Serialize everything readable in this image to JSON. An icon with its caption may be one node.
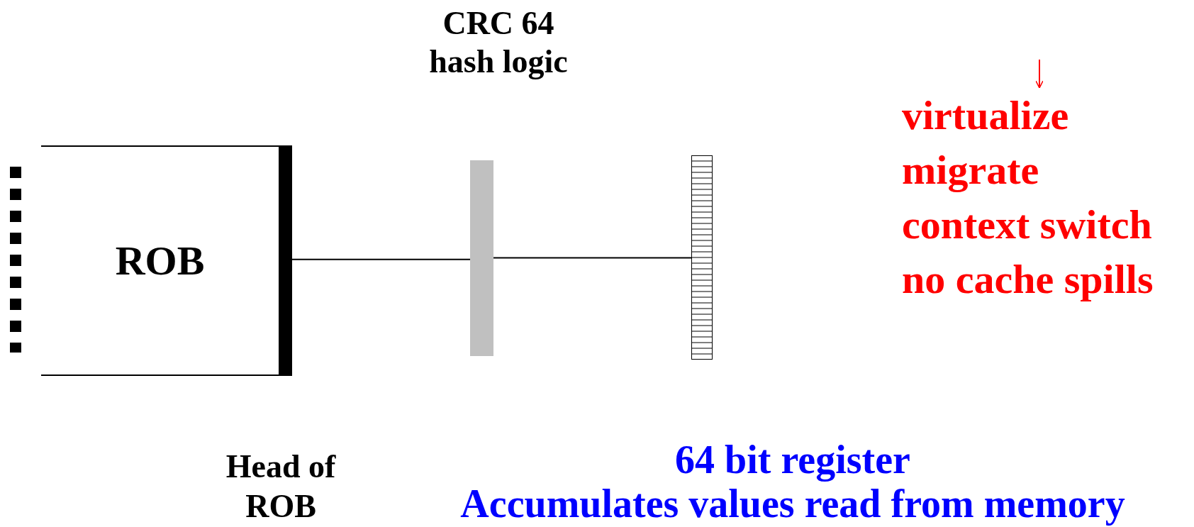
{
  "diagram": {
    "nodes": [
      {
        "text": [
          "ROB"
        ]
      },
      {
        "text": [],
        "shape": "bar"
      },
      {
        "text": [],
        "shape": "bar"
      },
      {
        "text": [
          "virtualize",
          "migrate",
          "context switch",
          "no cache spills"
        ]
      }
    ],
    "edges": [
      {
        "from": 0,
        "to": 1,
        "arrow": "none"
      },
      {
        "from": 1,
        "to": 2,
        "arrow": "none"
      },
      {
        "from": null,
        "to": 3,
        "arrow": "to",
        "color": "#ff0000"
      }
    ],
    "labels": [
      "CRC 64 hash logic",
      "Head of ROB",
      "64 bit register",
      "Accumulates values read from memory"
    ]
  }
}
